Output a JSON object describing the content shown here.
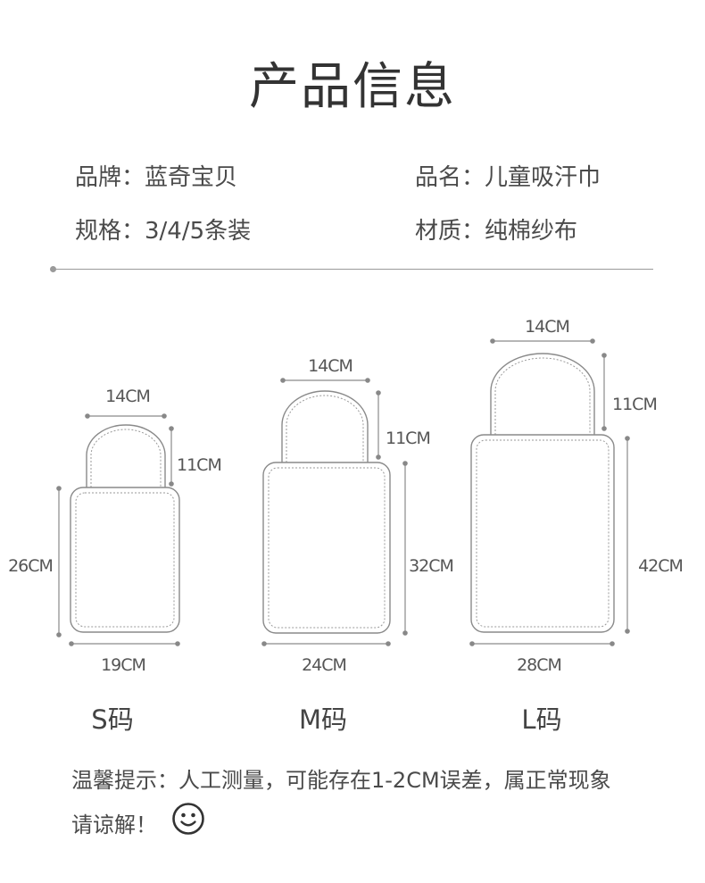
{
  "title": "产品信息",
  "specs": {
    "brand": "品牌：蓝奇宝贝",
    "name": "品名：儿童吸汗巾",
    "spec": "规格：3/4/5条装",
    "material": "材质：纯棉纱布"
  },
  "sizes": [
    {
      "label": "S码",
      "top_width": "14CM",
      "top_height": "11CM",
      "body_height": "26CM",
      "body_width": "19CM"
    },
    {
      "label": "M码",
      "top_width": "14CM",
      "top_height": "11CM",
      "body_height": "32CM",
      "body_width": "24CM"
    },
    {
      "label": "L码",
      "top_width": "14CM",
      "top_height": "11CM",
      "body_height": "42CM",
      "body_width": "28CM"
    }
  ],
  "notice": {
    "line1": "温馨提示：人工测量，可能存在1-2CM误差，属正常现象",
    "line2": "请谅解！"
  },
  "icons": {
    "smiley": "smiley-face-icon"
  },
  "colors": {
    "outline": "#8a8a8a",
    "text": "#4a4a4a",
    "dot": "#888888"
  }
}
